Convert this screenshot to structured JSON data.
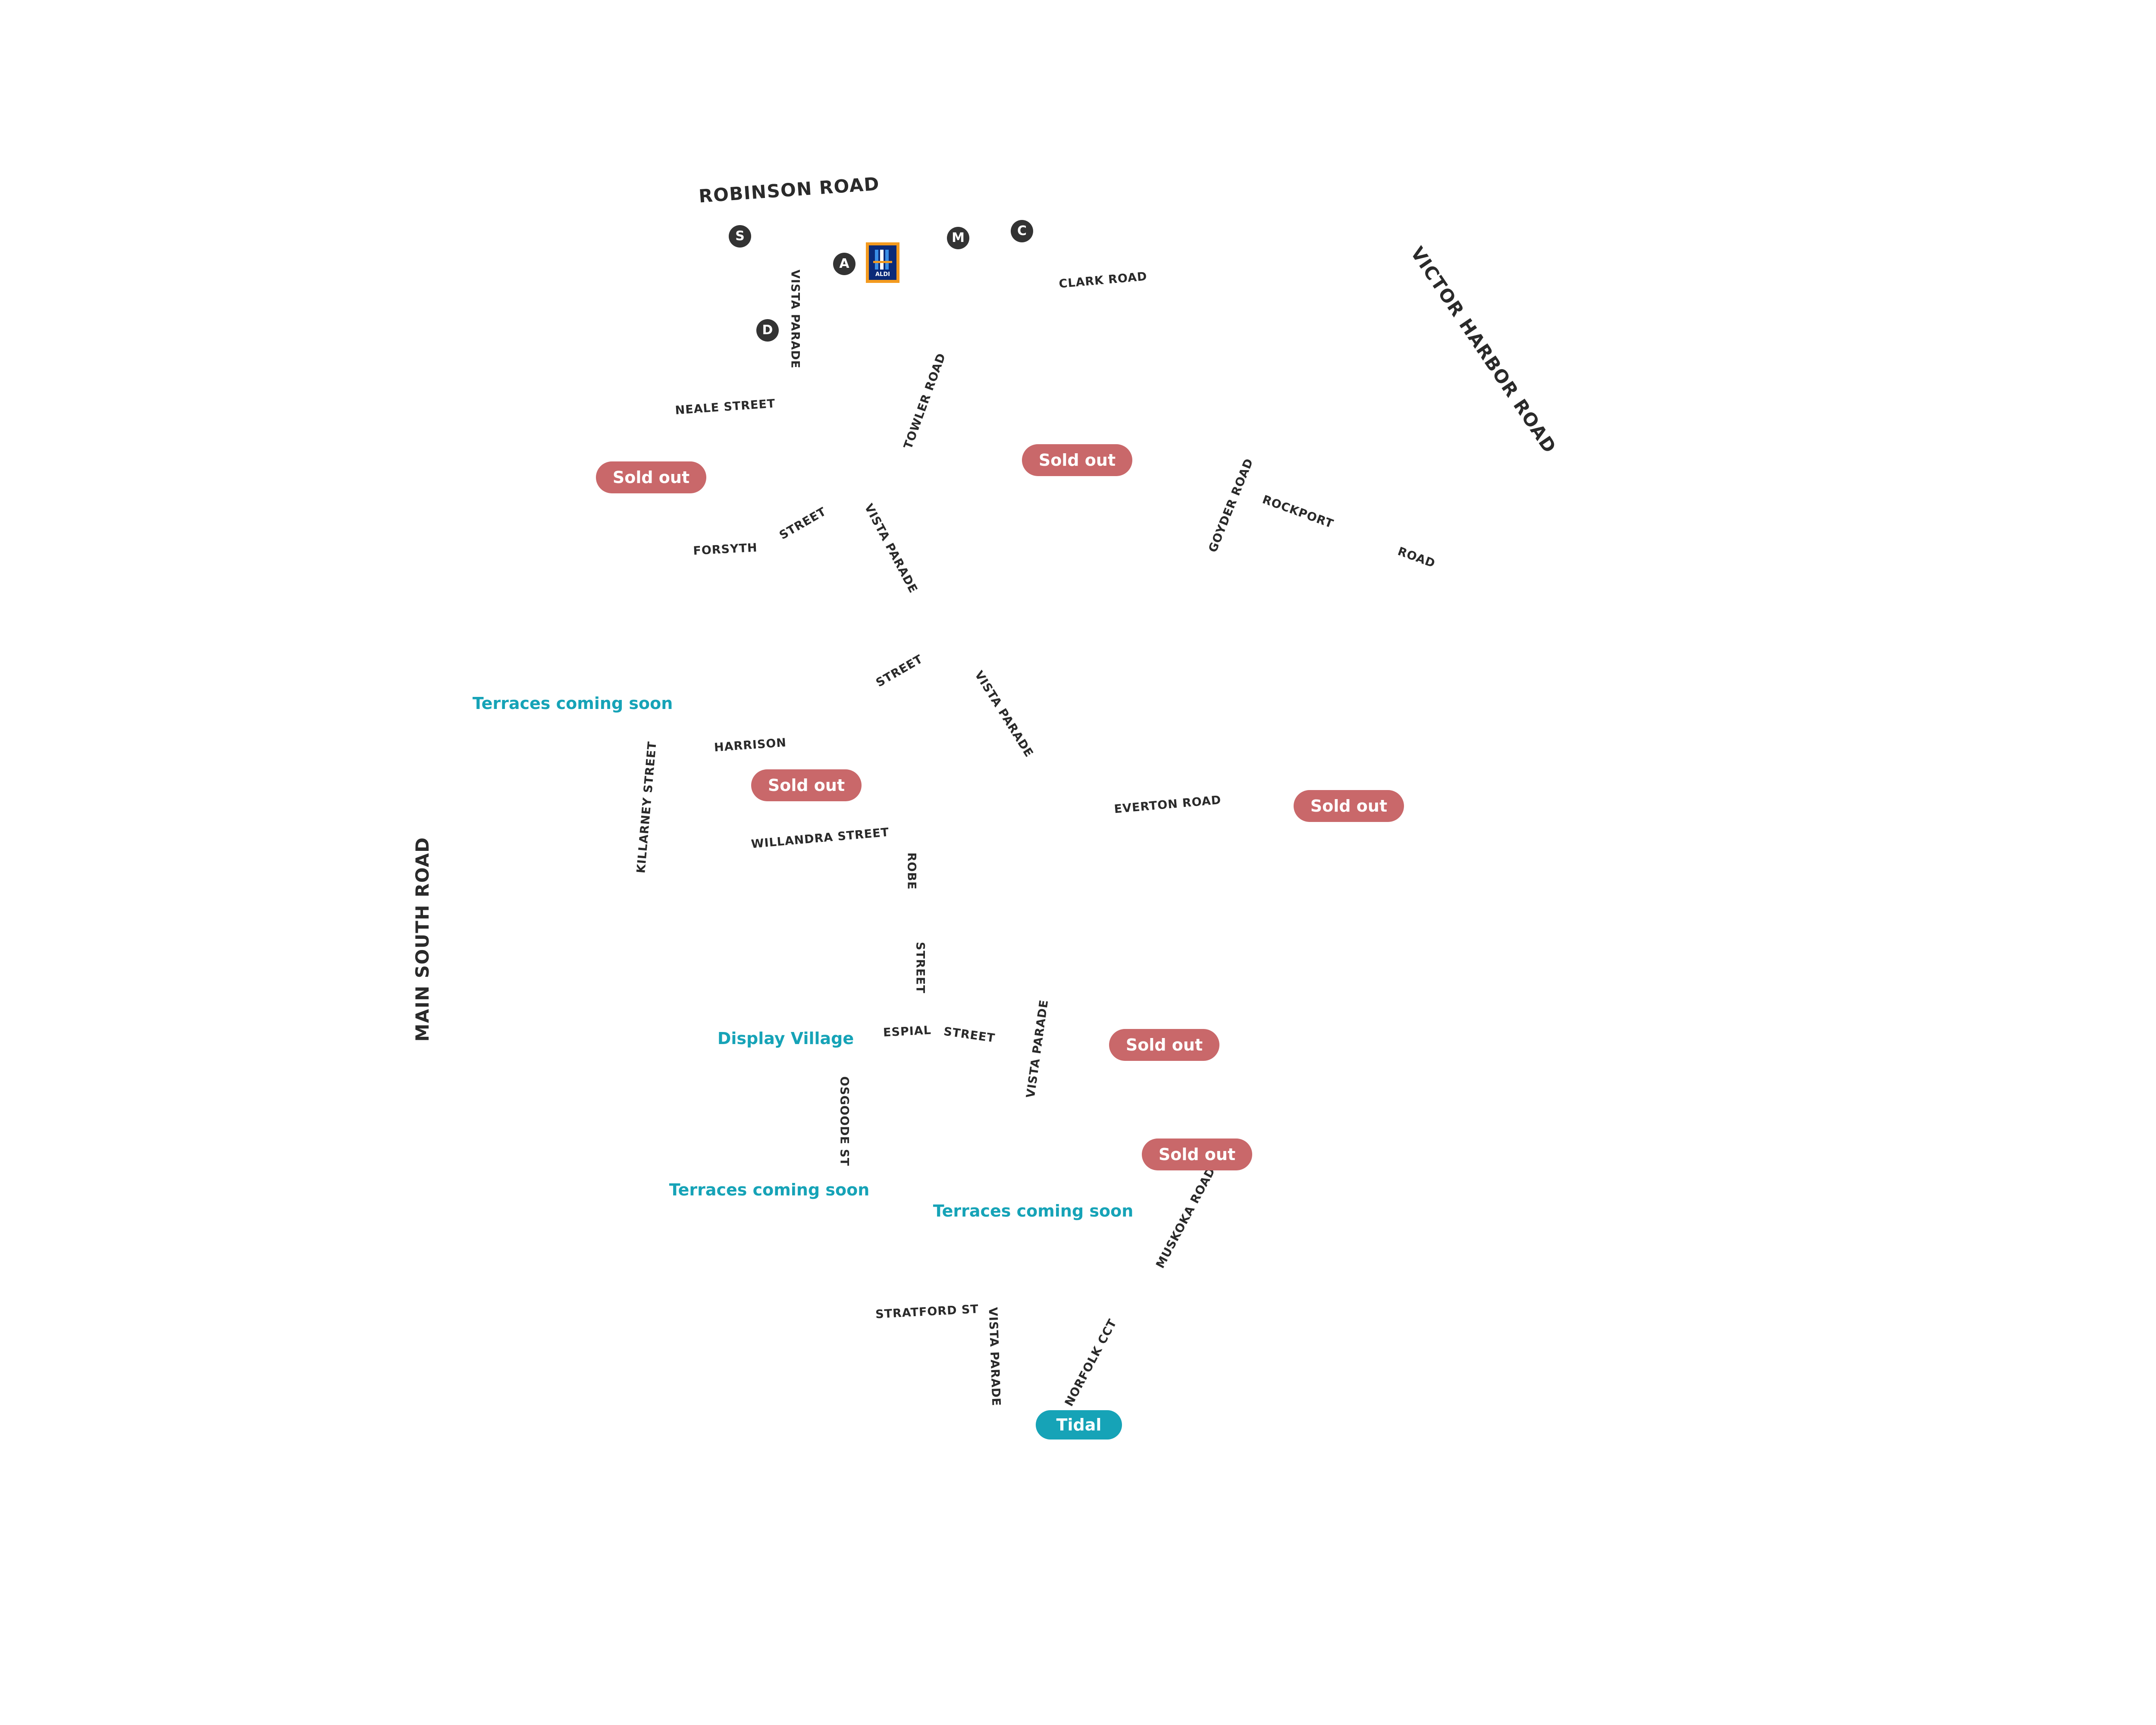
{
  "colors": {
    "background": "#ffffff",
    "road_text": "#2a2a2a",
    "sold_out": "#c9686a",
    "accent_teal": "#16a3b7",
    "poi_circle": "#333333",
    "aldi_blue": "#0a2a78",
    "aldi_orange": "#f39a1f"
  },
  "roads": {
    "robinson_road": "ROBINSON ROAD",
    "victor_harbor_road": "VICTOR HARBOR ROAD",
    "main_south_road": "MAIN SOUTH ROAD",
    "clark_road": "CLARK ROAD",
    "vista_parade_1": "VISTA PARADE",
    "vista_parade_2": "VISTA PARADE",
    "vista_parade_3": "VISTA PARADE",
    "vista_parade_4": "VISTA PARADE",
    "vista_parade_5": "VISTA PARADE",
    "neale_street": "NEALE STREET",
    "towler_road": "TOWLER ROAD",
    "goyder_road": "GOYDER ROAD",
    "rockport": "ROCKPORT",
    "road": "ROAD",
    "forsyth": "FORSYTH",
    "street_1": "STREET",
    "street_2": "STREET",
    "harrison": "HARRISON",
    "killarney_street": "KILLARNEY STREET",
    "willandra_street": "WILLANDRA STREET",
    "robe": "ROBE",
    "street_3": "STREET",
    "everton_road": "EVERTON ROAD",
    "espial": "ESPIAL",
    "street_4": "STREET",
    "osgoode_st": "OSGOODE ST",
    "muskoka_road": "MUSKOKA ROAD",
    "stratford_st": "STRATFORD ST",
    "norfolk_cct": "NORFOLK CCT"
  },
  "sold_out_labels": [
    "Sold out",
    "Sold out",
    "Sold out",
    "Sold out",
    "Sold out",
    "Sold out"
  ],
  "teal_labels": {
    "terraces_1": "Terraces coming soon",
    "display_village": "Display Village",
    "terraces_2": "Terraces coming soon",
    "terraces_3": "Terraces coming soon"
  },
  "tidal_label": "Tidal",
  "poi_markers": {
    "s": "S",
    "a": "A",
    "m": "M",
    "c": "C",
    "d": "D"
  },
  "aldi": {
    "icon": "aldi-logo",
    "text": "ALDI"
  }
}
